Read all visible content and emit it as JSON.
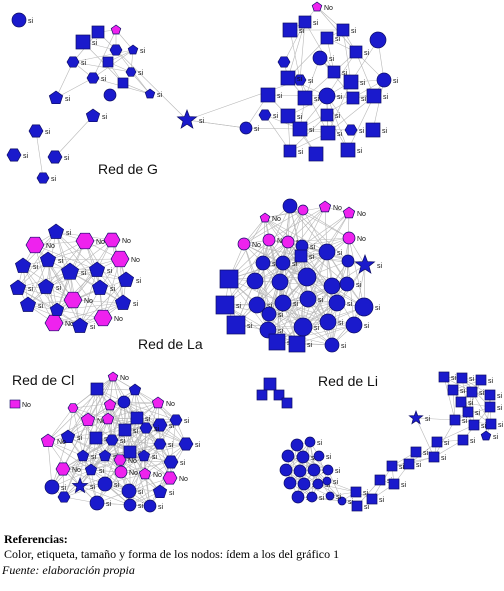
{
  "networks": [
    {
      "id": "G",
      "title": "Red de G"
    },
    {
      "id": "La",
      "title": "Red de La"
    },
    {
      "id": "Cl",
      "title": "Red de Cl"
    },
    {
      "id": "Li",
      "title": "Red de Li"
    }
  ],
  "node_labels": {
    "yes": "si",
    "no": "No"
  },
  "colors": {
    "yes": "#1a1acc",
    "no": "#ee22ee",
    "stroke": "#0d0d66",
    "edge": "#b8b8b8"
  },
  "legend_item": "No",
  "caption": {
    "title": "Referencias:",
    "body": "Color, etiqueta, tamaño y forma de los nodos: ídem a los del gráfico 1",
    "source": "Fuente: elaboración propia"
  }
}
